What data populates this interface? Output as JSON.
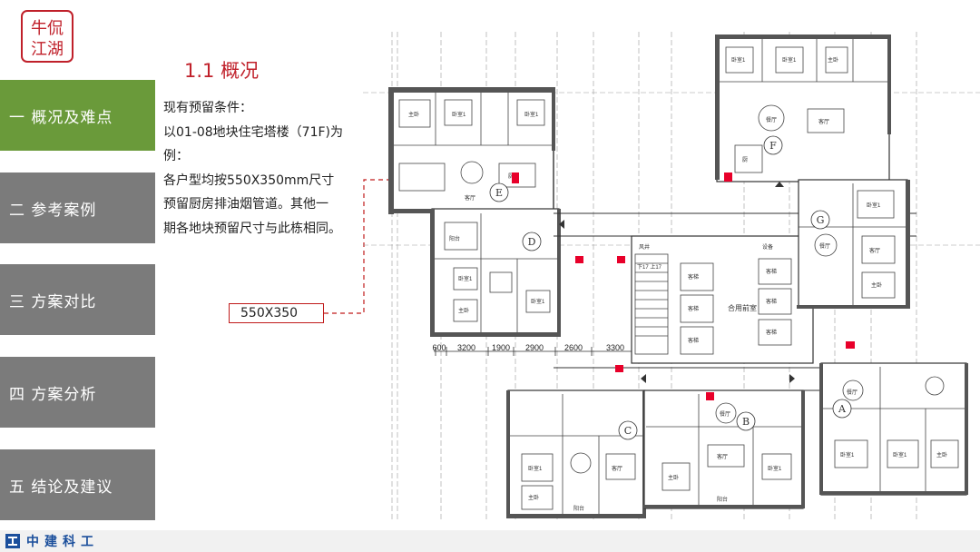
{
  "logo": {
    "line1": "牛侃",
    "line2": "江湖"
  },
  "nav": [
    {
      "label": "一 概况及难点",
      "active": true
    },
    {
      "label": "二 参考案例",
      "active": false
    },
    {
      "label": "三 方案对比",
      "active": false
    },
    {
      "label": "四 方案分析",
      "active": false
    },
    {
      "label": "五 结论及建议",
      "active": false
    }
  ],
  "title": "1.1 概况",
  "body_lines": [
    "现有预留条件：",
    "以01-08地块住宅塔楼（71F)为",
    "例：",
    "各户型均按550X350mm尺寸",
    "预留厨房排油烟管道。其他一",
    "期各地块预留尺寸与此栋相同。"
  ],
  "dim_label": "550X350",
  "plan": {
    "units": {
      "E": "E",
      "D": "D",
      "F": "F",
      "G": "G",
      "C": "C",
      "B": "B",
      "A": "A"
    },
    "core_label": "合用前室",
    "dims": [
      "600",
      "3200",
      "1900",
      "2900",
      "2600",
      "3300"
    ],
    "stair_text": "下17 上17",
    "room_labels": {
      "master": "主卧",
      "bedroom": "卧室1",
      "living": "客厅",
      "dining": "餐厅",
      "kitchen": "厨",
      "balcony": "阳台",
      "equipment": "设备",
      "elevator": "客梯",
      "shaft": "风井"
    }
  },
  "colors": {
    "accent": "#c0202a",
    "nav_active": "#6a9a3a",
    "nav_inactive": "#7b7b7b",
    "brand": "#1b4f9c",
    "shaft_marker": "#e8002a"
  },
  "footer": {
    "company": "中建科工"
  }
}
